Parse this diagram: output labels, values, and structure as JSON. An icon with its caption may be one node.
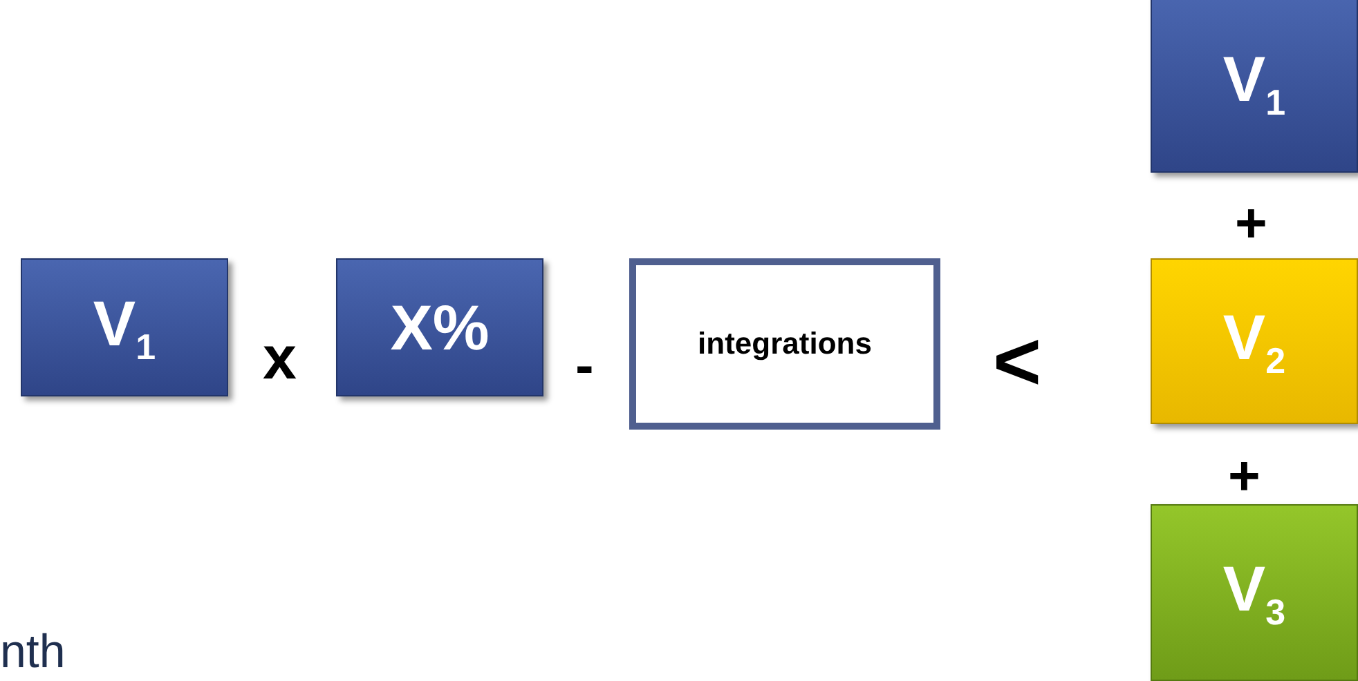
{
  "diagram": {
    "nodes": [
      {
        "text": [
          "V$_{1}$"
        ]
      },
      {
        "text": [
          "X%"
        ]
      },
      {
        "text": [
          "integrations"
        ]
      },
      {
        "text": [
          "V$_{1}$"
        ]
      },
      {
        "text": [
          "V$_{2}$"
        ]
      },
      {
        "text": [
          "V$_{3}$"
        ]
      }
    ],
    "labels": [
      "x",
      "-",
      "<",
      "+",
      "+",
      "nth"
    ]
  }
}
